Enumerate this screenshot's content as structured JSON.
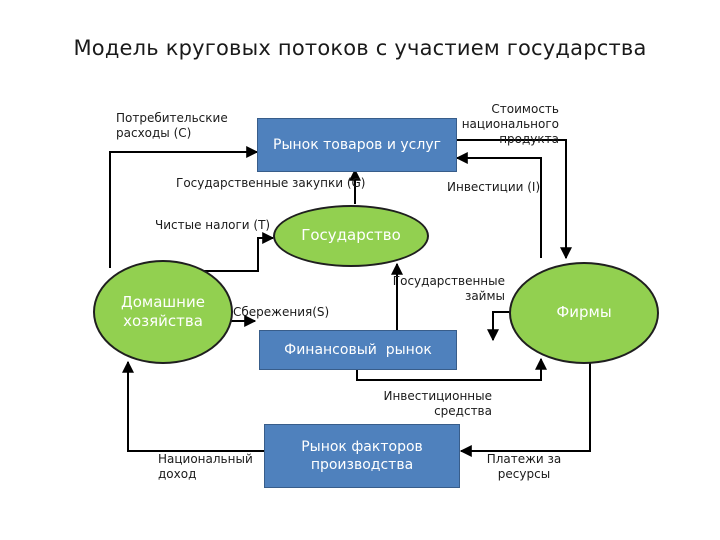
{
  "title": "Модель круговых потоков с участием государства",
  "nodes": {
    "goods_market": "Рынок товаров и услуг",
    "government": "Государство",
    "households": "Домашние\nхозяйства",
    "firms": "Фирмы",
    "financial_market": "Финансовый  рынок",
    "factor_market": "Рынок факторов\nпроизводства"
  },
  "flows": {
    "consumer_spending": "Потребительские\nрасходы (C)",
    "gdp_value": "Стоимость\nнационального\nпродукта",
    "gov_purchases": "Государственные закупки (G)",
    "investment": "Инвестиции (I)",
    "net_taxes": "Чистые налоги (T)",
    "gov_borrowing": "Государственные\nзаймы",
    "savings": "Сбережения(S)",
    "investment_funds": "Инвестиционные\nсредства",
    "national_income": "Национальный\nдоход",
    "resource_payments": "Платежи за\nресурсы"
  },
  "colors": {
    "box_fill": "#4f81bd",
    "ellipse_fill": "#92d050",
    "arrow": "#000000"
  }
}
